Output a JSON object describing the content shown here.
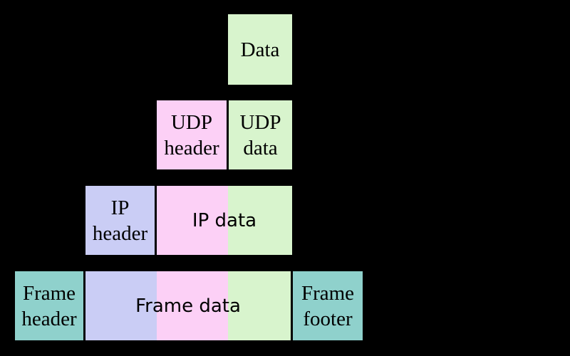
{
  "colors": {
    "background": "#000000",
    "text": "#000000",
    "payload_green": "#d8f4cd",
    "header_pink": "#fcd0f6",
    "ip_lavender": "#cacdf5",
    "frame_teal": "#8fd1cc"
  },
  "layers": {
    "application": {
      "data_box": {
        "label": "Data"
      }
    },
    "transport": {
      "udp_header": {
        "line1": "UDP",
        "line2": "header"
      },
      "udp_data": {
        "line1": "UDP",
        "line2": "data"
      }
    },
    "internet": {
      "ip_header": {
        "line1": "IP",
        "line2": "header"
      },
      "ip_data": {
        "label": "IP data"
      }
    },
    "link": {
      "frame_header": {
        "line1": "Frame",
        "line2": "header"
      },
      "frame_data": {
        "label": "Frame data"
      },
      "frame_footer": {
        "line1": "Frame",
        "line2": "footer"
      }
    }
  }
}
